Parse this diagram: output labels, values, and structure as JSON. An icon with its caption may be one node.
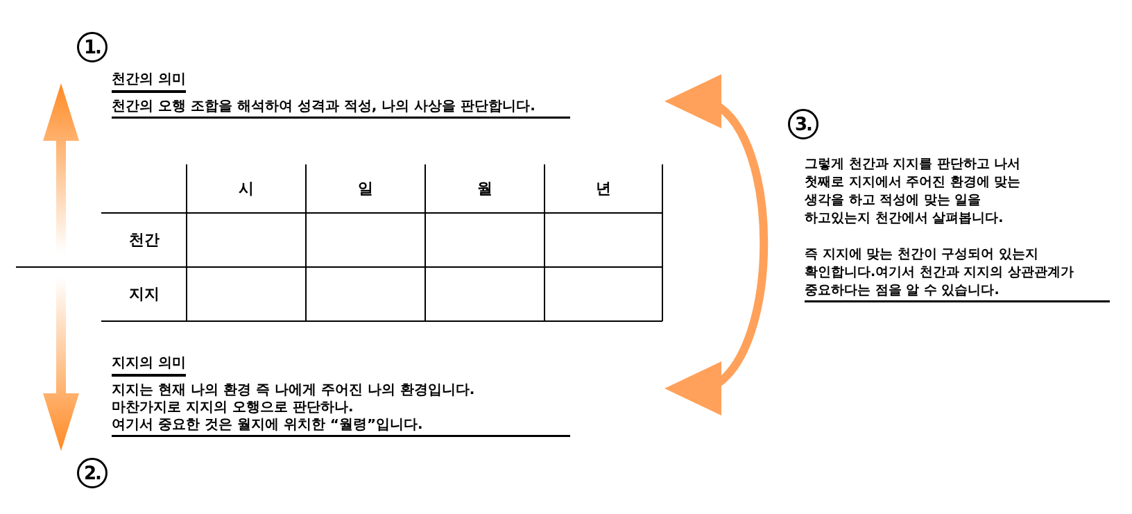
{
  "diagram": {
    "nodes": [
      {
        "text": [
          "천간의 의미",
          "천간의 오행 조합을 해석하여 성격과 적성, 나의 사상을 판단합니다."
        ],
        "beside": [
          "1."
        ]
      },
      {
        "text": [
          "지지의 의미",
          "지지는 현재 나의 환경 즉 나에게 주어진 나의 환경입니다. 마찬가지로 지지의 오행으로 판단하나. 여기서 중요한 것은 월지에 위치한 “월령”입니다."
        ],
        "beside": [
          "2."
        ]
      },
      {
        "text": [
          "그렇게 천간과 지지를 판단하고 나서 첫째로 지지에서 주어진 환경에 맞는 생각을 하고 적성에 맞는 일을 하고있는지 천간에서 살펴봅니다.",
          "즉 지지에 맞는 천간이 구성되어 있는지 확인합니다.여기서 천간과 지지의 상관관계가 중요하다는 점을 알 수 있습니다."
        ],
        "beside": [
          "3."
        ]
      }
    ],
    "edges": [
      {
        "from": 0,
        "to": 1,
        "arrow": "both",
        "color": "#ffa15a"
      }
    ],
    "labels": [
      "시",
      "일",
      "월",
      "년",
      "천간",
      "지지"
    ]
  }
}
